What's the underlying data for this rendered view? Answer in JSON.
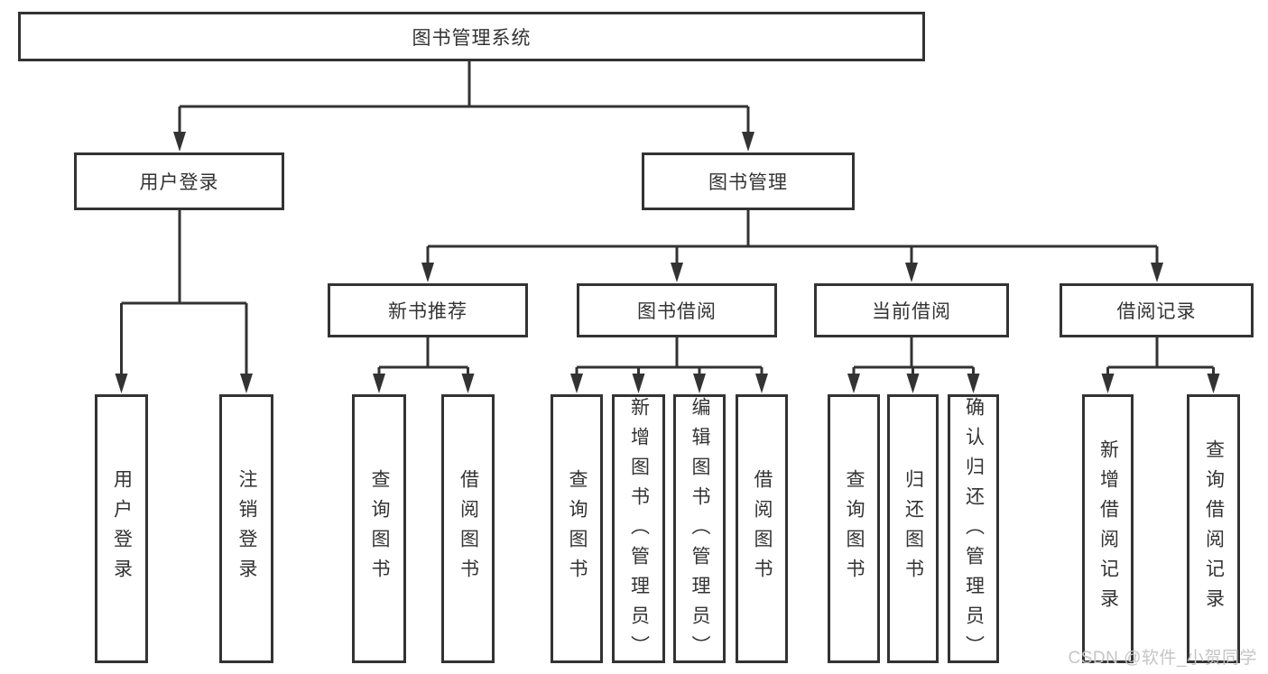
{
  "diagram": {
    "root": {
      "label": "图书管理系统"
    },
    "branches": [
      {
        "label": "用户登录",
        "children": [
          {
            "label": "用户登录"
          },
          {
            "label": "注销登录"
          }
        ]
      },
      {
        "label": "图书管理",
        "children": [
          {
            "label": "新书推荐",
            "children": [
              {
                "label": "查询图书"
              },
              {
                "label": "借阅图书"
              }
            ]
          },
          {
            "label": "图书借阅",
            "children": [
              {
                "label": "查询图书"
              },
              {
                "label": "新增图书（管理员）"
              },
              {
                "label": "编辑图书（管理员）"
              },
              {
                "label": "借阅图书"
              }
            ]
          },
          {
            "label": "当前借阅",
            "children": [
              {
                "label": "查询图书"
              },
              {
                "label": "归还图书"
              },
              {
                "label": "确认归还（管理员）"
              }
            ]
          },
          {
            "label": "借阅记录",
            "children": [
              {
                "label": "新增借阅记录"
              },
              {
                "label": "查询借阅记录"
              }
            ]
          }
        ]
      }
    ]
  },
  "colors": {
    "line": "#333333",
    "text": "#333333",
    "box_background": "#ffffff",
    "watermark": "#c5c5c5"
  },
  "watermark": {
    "text": "CSDN @软件_小贺同学"
  }
}
